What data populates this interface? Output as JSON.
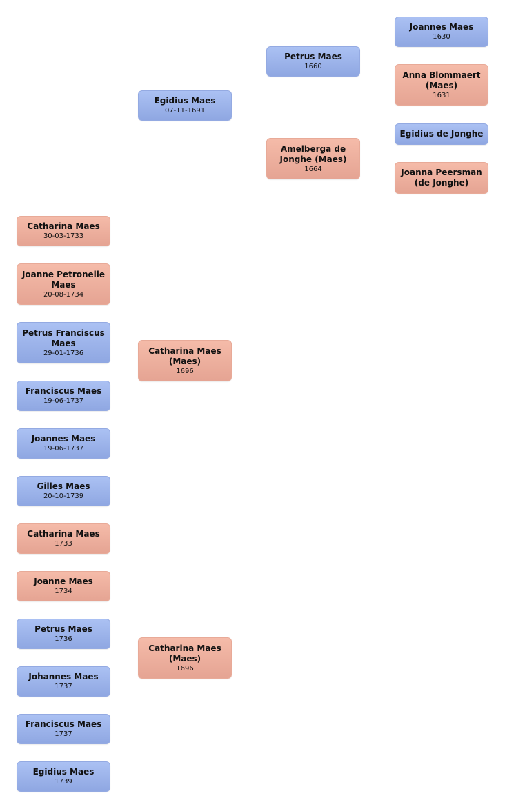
{
  "ancestors": {
    "father": {
      "name": "Egidius Maes",
      "date": "07-11-1691",
      "gender": "male"
    },
    "paternal_grandfather": {
      "name": "Petrus Maes",
      "date": "1660",
      "gender": "male"
    },
    "paternal_grandmother": {
      "name": "Amelberga de Jonghe (Maes)",
      "date": "1664",
      "gender": "female"
    },
    "ggf_1": {
      "name": "Joannes Maes",
      "date": "1630",
      "gender": "male"
    },
    "ggm_1": {
      "name": "Anna Blommaert (Maes)",
      "date": "1631",
      "gender": "female"
    },
    "ggf_2": {
      "name": "Egidius de Jonghe",
      "date": "",
      "gender": "male"
    },
    "ggm_2": {
      "name": "Joanna Peersman (de Jonghe)",
      "date": "",
      "gender": "female"
    }
  },
  "spouses": [
    {
      "name": "Catharina Maes (Maes)",
      "date": "1696",
      "gender": "female"
    },
    {
      "name": "Catharina Maes (Maes)",
      "date": "1696",
      "gender": "female"
    }
  ],
  "children": [
    {
      "name": "Catharina Maes",
      "date": "30-03-1733",
      "gender": "female"
    },
    {
      "name": "Joanne Petronelle Maes",
      "date": "20-08-1734",
      "gender": "female"
    },
    {
      "name": "Petrus Franciscus Maes",
      "date": "29-01-1736",
      "gender": "male"
    },
    {
      "name": "Franciscus Maes",
      "date": "19-06-1737",
      "gender": "male"
    },
    {
      "name": "Joannes Maes",
      "date": "19-06-1737",
      "gender": "male"
    },
    {
      "name": "Gilles Maes",
      "date": "20-10-1739",
      "gender": "male"
    },
    {
      "name": "Catharina Maes",
      "date": "1733",
      "gender": "female"
    },
    {
      "name": "Joanne Maes",
      "date": "1734",
      "gender": "female"
    },
    {
      "name": "Petrus Maes",
      "date": "1736",
      "gender": "male"
    },
    {
      "name": "Johannes Maes",
      "date": "1737",
      "gender": "male"
    },
    {
      "name": "Franciscus Maes",
      "date": "1737",
      "gender": "male"
    },
    {
      "name": "Egidius Maes",
      "date": "1739",
      "gender": "male"
    }
  ]
}
